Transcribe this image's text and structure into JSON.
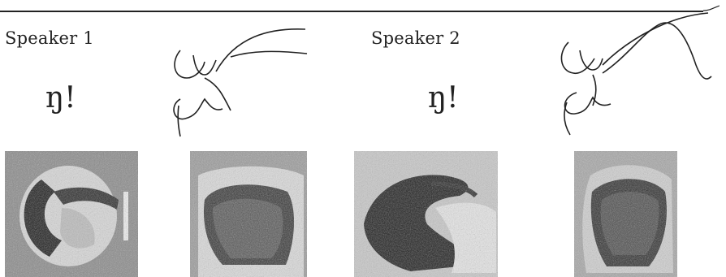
{
  "figure": {
    "panels": [
      {
        "speaker_label": "Speaker 1",
        "symbol": "ŋ!"
      },
      {
        "speaker_label": "Speaker 2",
        "symbol": "ŋ!"
      }
    ]
  }
}
